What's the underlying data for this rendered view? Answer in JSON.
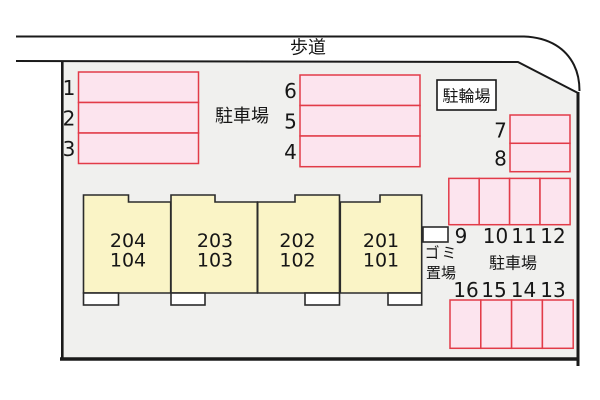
{
  "site_plan": {
    "labels": {
      "sidewalk": "歩道",
      "parking_left": "駐車場",
      "parking_right": "駐車場",
      "bicycle_parking": "駐輪場",
      "garbage_line1": "ゴミ",
      "garbage_line2": "置場"
    },
    "spaces": {
      "left_block": [
        "1",
        "2",
        "3"
      ],
      "middle_block": [
        "6",
        "5",
        "4"
      ],
      "right_block": [
        "7",
        "8"
      ],
      "upper_row": [
        "9",
        "10",
        "11",
        "12"
      ],
      "lower_row": [
        "16",
        "15",
        "14",
        "13"
      ]
    },
    "units": [
      {
        "upper": "204",
        "lower": "104"
      },
      {
        "upper": "203",
        "lower": "103"
      },
      {
        "upper": "202",
        "lower": "102"
      },
      {
        "upper": "201",
        "lower": "101"
      }
    ],
    "colors": {
      "plot_background": "#f0f0ee",
      "space_fill": "#fce4ee",
      "space_border": "#e23b48",
      "building_fill": "#faf4c6",
      "building_border": "#2b2b2b",
      "outline": "#1a1a1a"
    }
  }
}
